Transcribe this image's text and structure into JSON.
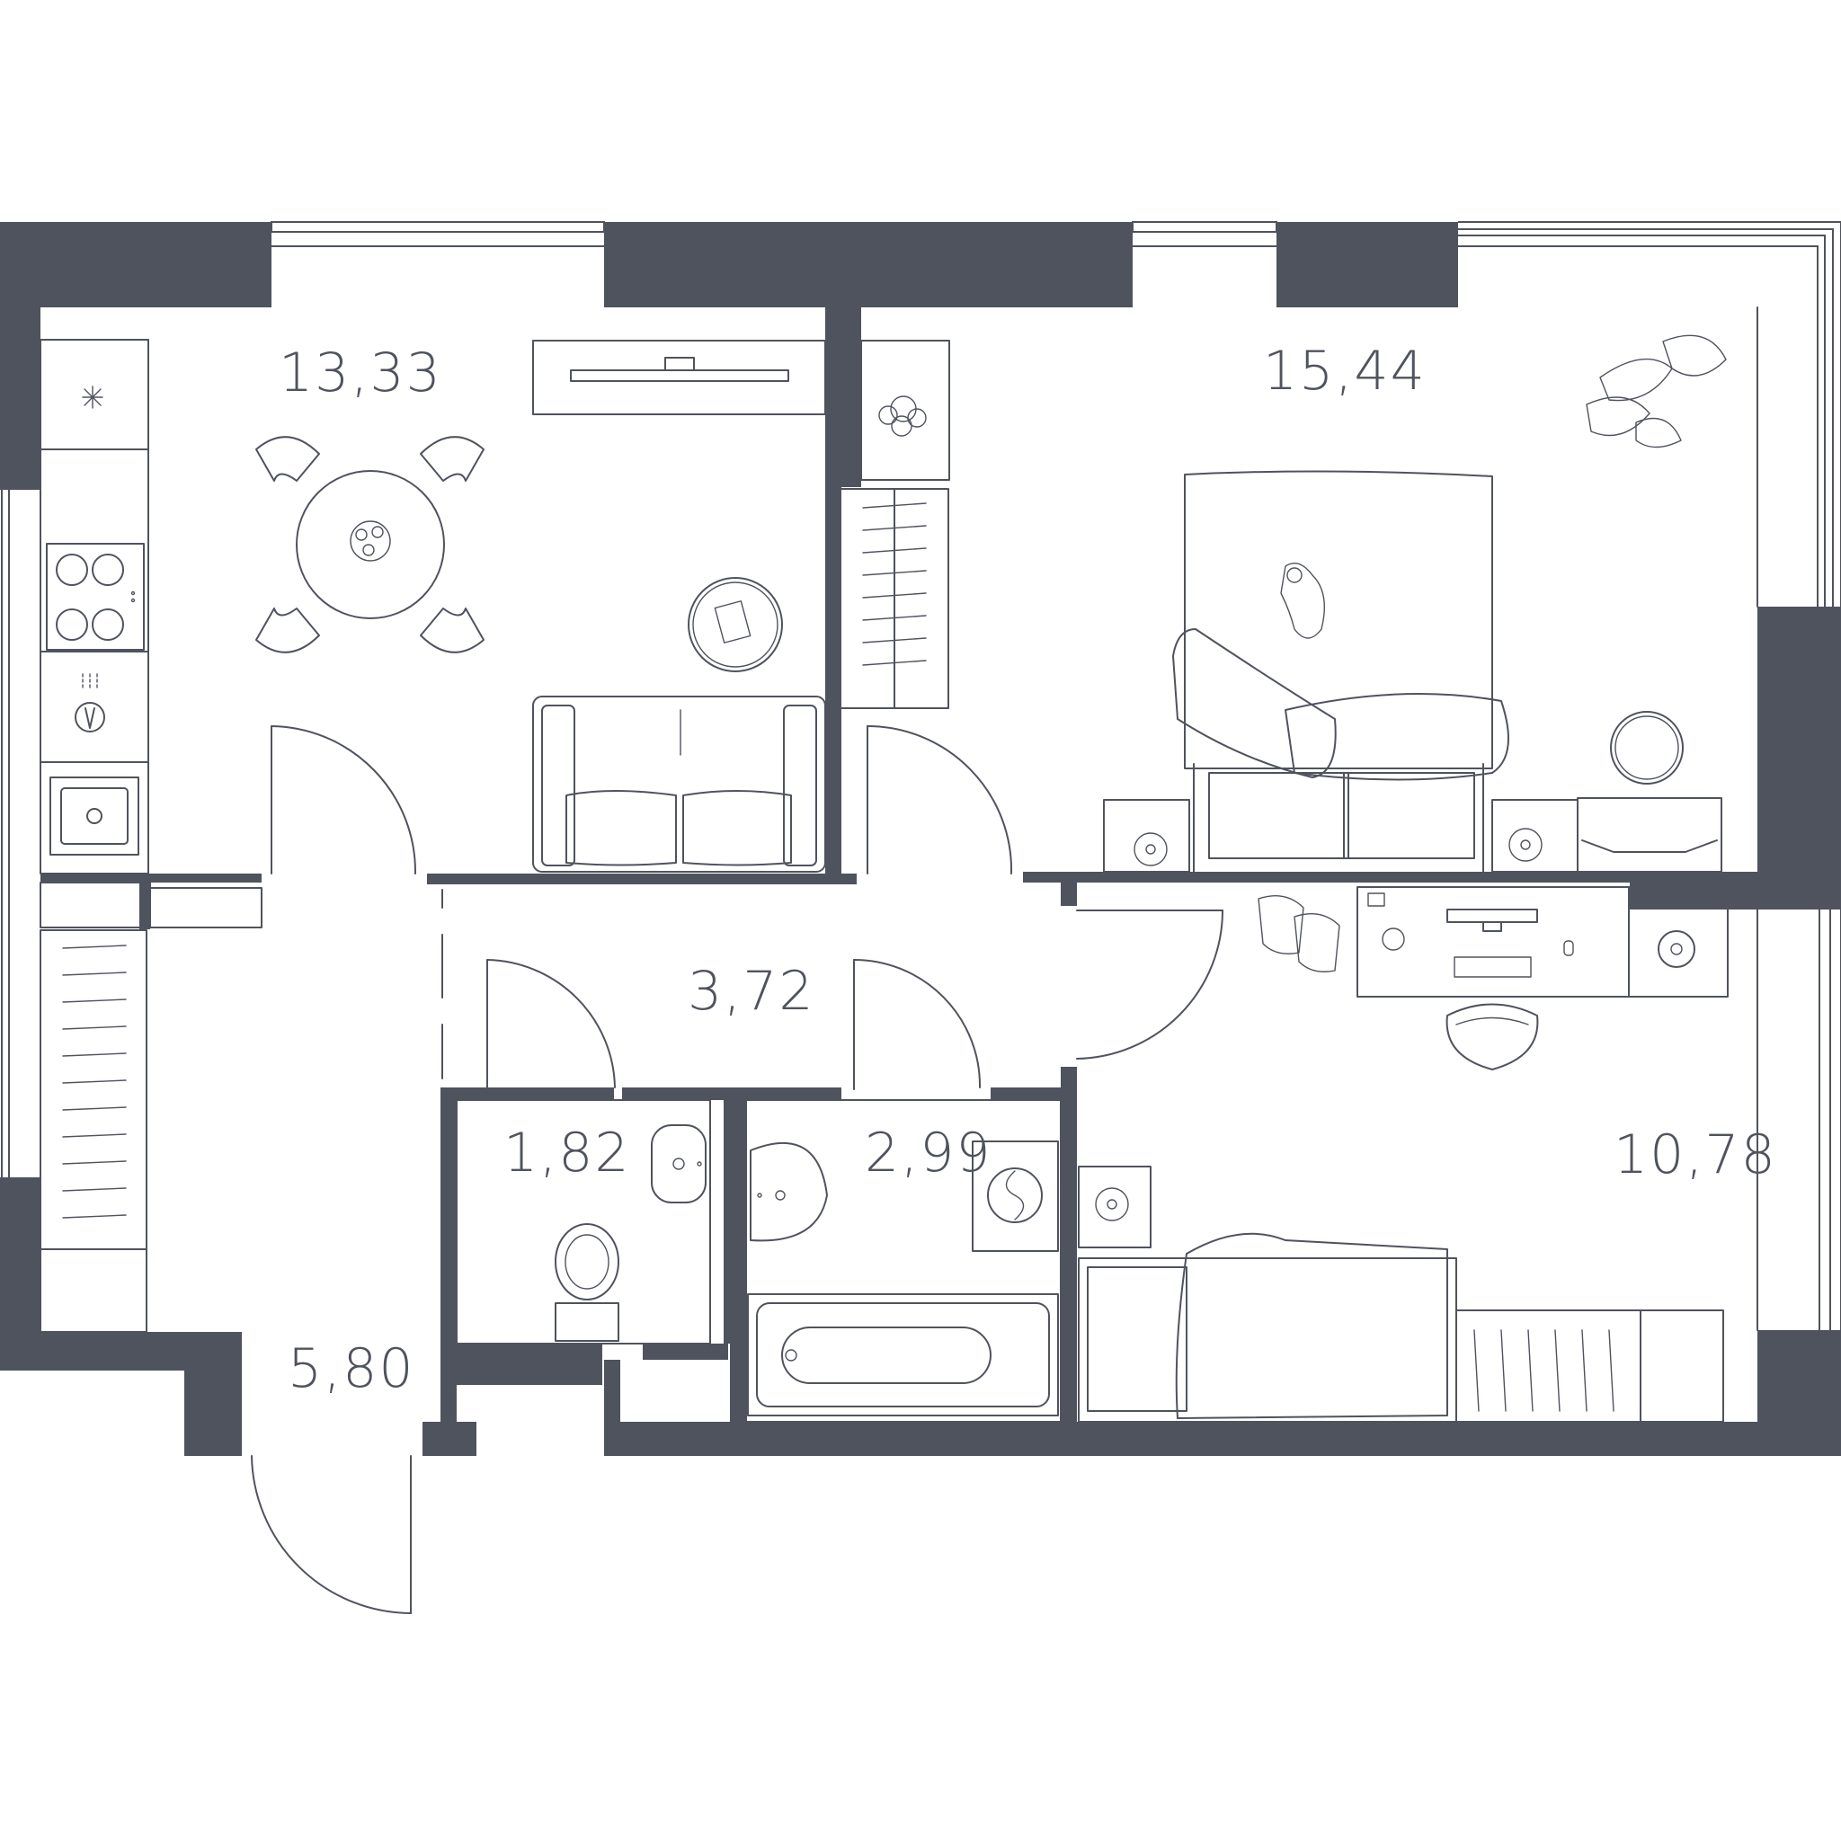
{
  "plan": {
    "colors": {
      "wall": "#4f535e",
      "line": "#4f535e",
      "background": "#ffffff"
    },
    "rooms": [
      {
        "id": "kitchen-living",
        "area": "13,33"
      },
      {
        "id": "bedroom-1",
        "area": "15,44"
      },
      {
        "id": "hallway",
        "area": "3,72"
      },
      {
        "id": "toilet",
        "area": "1,82"
      },
      {
        "id": "bathroom",
        "area": "2,99"
      },
      {
        "id": "bedroom-2",
        "area": "10,78"
      },
      {
        "id": "entrance",
        "area": "5,80"
      }
    ],
    "furniture_icons": [
      "stove-icon",
      "sink-icon",
      "faucet-icon",
      "fridge-icon",
      "dining-table-icon",
      "tv-unit-icon",
      "sofa-icon",
      "rug-icon",
      "wardrobe-icon",
      "bed-icon",
      "plant-icon",
      "cat-icon",
      "mirror-icon",
      "nightstand-icon",
      "desk-icon",
      "computer-icon",
      "chair-icon",
      "ball-icon",
      "rollerskates-icon",
      "washbasin-icon",
      "toilet-icon",
      "bathtub-icon",
      "washing-machine-icon",
      "door-icon"
    ]
  }
}
